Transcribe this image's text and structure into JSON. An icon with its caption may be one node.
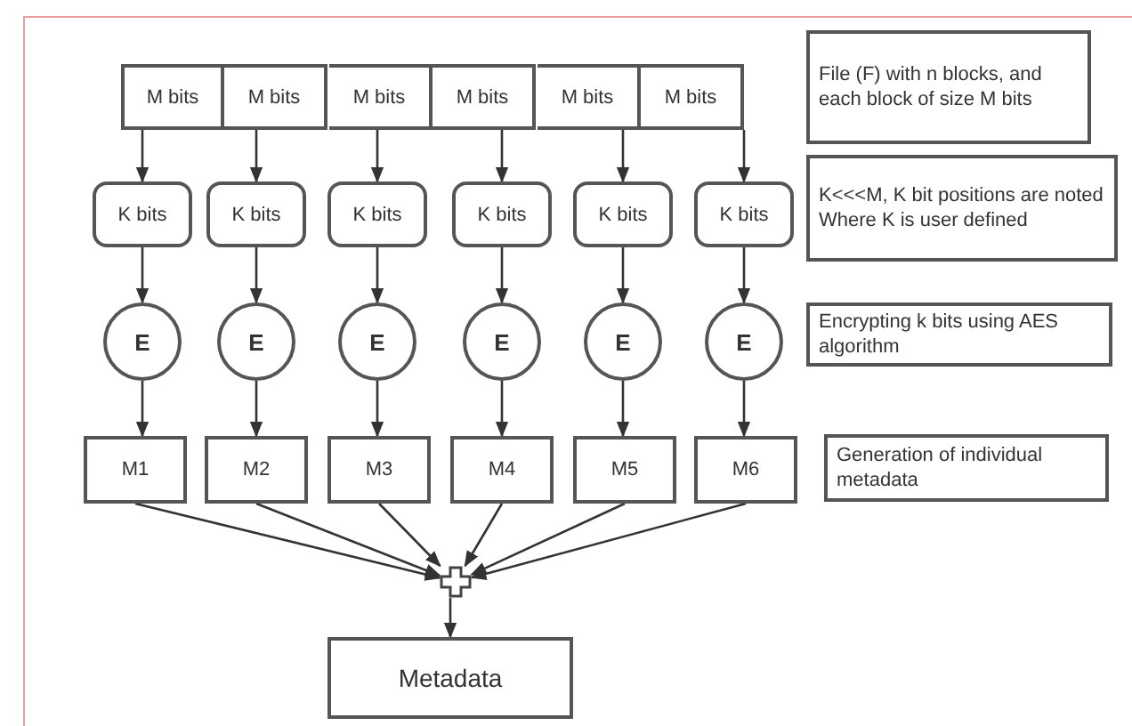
{
  "diagram": {
    "nodes": [
      {
        "text": [
          "M bits"
        ]
      },
      {
        "text": [
          "M bits"
        ]
      },
      {
        "text": [
          "M bits"
        ]
      },
      {
        "text": [
          "M bits"
        ]
      },
      {
        "text": [
          "M bits"
        ]
      },
      {
        "text": [
          "M bits"
        ]
      },
      {
        "text": [
          "K bits"
        ]
      },
      {
        "text": [
          "K bits"
        ]
      },
      {
        "text": [
          "K bits"
        ]
      },
      {
        "text": [
          "K bits"
        ]
      },
      {
        "text": [
          "K bits"
        ]
      },
      {
        "text": [
          "K bits"
        ]
      },
      {
        "text": [
          "E"
        ]
      },
      {
        "text": [
          "E"
        ]
      },
      {
        "text": [
          "E"
        ]
      },
      {
        "text": [
          "E"
        ]
      },
      {
        "text": [
          "E"
        ]
      },
      {
        "text": [
          "E"
        ]
      },
      {
        "text": [
          "M1"
        ]
      },
      {
        "text": [
          "M2"
        ]
      },
      {
        "text": [
          "M3"
        ]
      },
      {
        "text": [
          "M4"
        ]
      },
      {
        "text": [
          "M5"
        ]
      },
      {
        "text": [
          "M6"
        ]
      },
      {
        "text": [],
        "shape": "cross"
      },
      {
        "text": [
          "Metadata"
        ]
      },
      {
        "text": [
          "File (F) with n blocks, and each block of size M bits"
        ]
      },
      {
        "text": [
          "K<<<M, K bit positions are noted Where K is user defined"
        ]
      },
      {
        "text": [
          "Encrypting k bits using AES algorithm"
        ]
      },
      {
        "text": [
          "Generation of individual metadata"
        ]
      }
    ],
    "edges": [
      {
        "from": 0,
        "to": 6,
        "arrow": "to"
      },
      {
        "from": 1,
        "to": 7,
        "arrow": "to"
      },
      {
        "from": 2,
        "to": 8,
        "arrow": "to"
      },
      {
        "from": 3,
        "to": 9,
        "arrow": "to"
      },
      {
        "from": 4,
        "to": 10,
        "arrow": "to"
      },
      {
        "from": 5,
        "to": 11,
        "arrow": "to"
      },
      {
        "from": 6,
        "to": 12,
        "arrow": "to"
      },
      {
        "from": 7,
        "to": 13,
        "arrow": "to"
      },
      {
        "from": 8,
        "to": 14,
        "arrow": "to"
      },
      {
        "from": 9,
        "to": 15,
        "arrow": "to"
      },
      {
        "from": 10,
        "to": 16,
        "arrow": "to"
      },
      {
        "from": 11,
        "to": 17,
        "arrow": "to"
      },
      {
        "from": 12,
        "to": 18,
        "arrow": "to"
      },
      {
        "from": 13,
        "to": 19,
        "arrow": "to"
      },
      {
        "from": 14,
        "to": 20,
        "arrow": "to"
      },
      {
        "from": 15,
        "to": 21,
        "arrow": "to"
      },
      {
        "from": 16,
        "to": 22,
        "arrow": "to"
      },
      {
        "from": 17,
        "to": 23,
        "arrow": "to"
      },
      {
        "from": 18,
        "to": 24,
        "arrow": "to"
      },
      {
        "from": 19,
        "to": 24,
        "arrow": "to"
      },
      {
        "from": 20,
        "to": 24,
        "arrow": "to"
      },
      {
        "from": 21,
        "to": 24,
        "arrow": "to"
      },
      {
        "from": 22,
        "to": 24,
        "arrow": "to"
      },
      {
        "from": 23,
        "to": 24,
        "arrow": "to"
      },
      {
        "from": 24,
        "to": 25,
        "arrow": "to"
      }
    ]
  }
}
